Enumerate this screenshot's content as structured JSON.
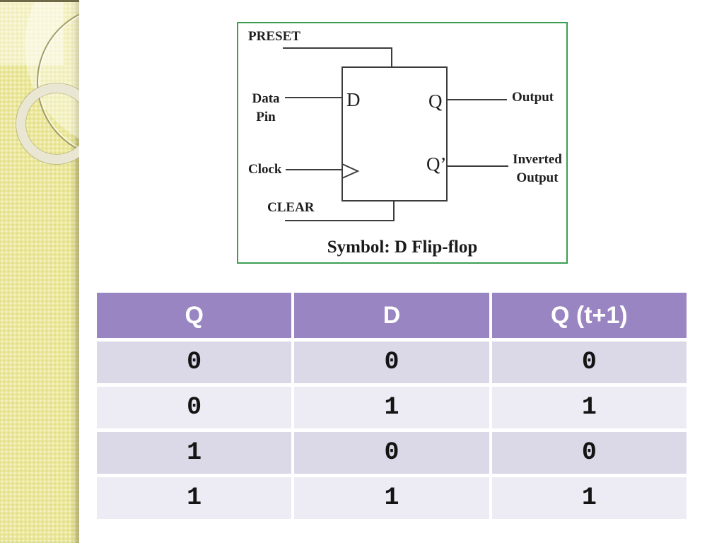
{
  "sidebar": {
    "strip_color": "#ebe89c",
    "top_line_color": "#6e6947"
  },
  "diagram": {
    "border_color": "#3b9e52",
    "caption": "Symbol: D Flip-flop",
    "labels": {
      "preset": "PRESET",
      "data_line1": "Data",
      "data_line2": "Pin",
      "clock": "Clock",
      "clear": "CLEAR",
      "d_pin": "D",
      "q_pin": "Q",
      "q_prime_pin": "Q’",
      "output": "Output",
      "inverted_line1": "Inverted",
      "inverted_line2": "Output"
    }
  },
  "table": {
    "header_bg": "#9a85c3",
    "row_bg_dark": "#dbd8e7",
    "row_bg_light": "#edecf4",
    "headers": [
      "Q",
      "D",
      "Q (t+1)"
    ],
    "rows": [
      [
        "0",
        "0",
        "0"
      ],
      [
        "0",
        "1",
        "1"
      ],
      [
        "1",
        "0",
        "0"
      ],
      [
        "1",
        "1",
        "1"
      ]
    ]
  }
}
